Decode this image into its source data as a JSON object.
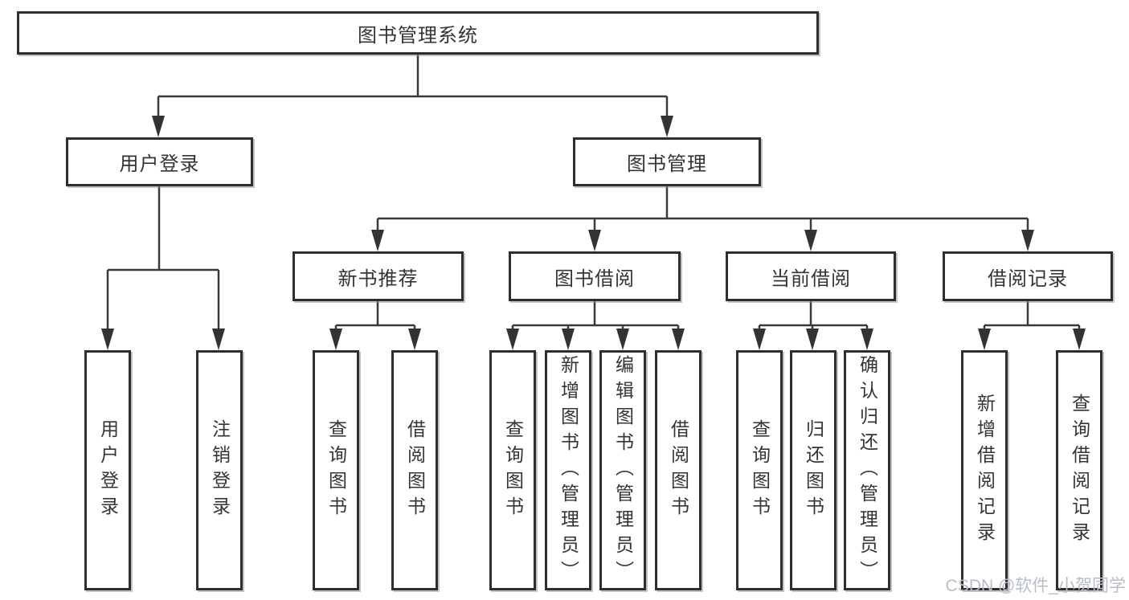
{
  "diagram": {
    "tree": {
      "label": "图书管理系统",
      "children": [
        {
          "label": "用户登录",
          "children": [
            {
              "label": "用户登录"
            },
            {
              "label": "注销登录"
            }
          ]
        },
        {
          "label": "图书管理",
          "children": [
            {
              "label": "新书推荐",
              "children": [
                {
                  "label": "查询图书"
                },
                {
                  "label": "借阅图书"
                }
              ]
            },
            {
              "label": "图书借阅",
              "children": [
                {
                  "label": "查询图书"
                },
                {
                  "label": "新增图书（管理员）"
                },
                {
                  "label": "编辑图书（管理员）"
                },
                {
                  "label": "借阅图书"
                }
              ]
            },
            {
              "label": "当前借阅",
              "children": [
                {
                  "label": "查询图书"
                },
                {
                  "label": "归还图书"
                },
                {
                  "label": "确认归还（管理员）"
                }
              ]
            },
            {
              "label": "借阅记录",
              "children": [
                {
                  "label": "新增借阅记录"
                },
                {
                  "label": "查询借阅记录"
                }
              ]
            }
          ]
        }
      ]
    },
    "colors": {
      "line": "#3a3a3a",
      "border": "#2e2e2e",
      "text": "#343434",
      "watermark": "#b9bec6"
    }
  },
  "watermark": {
    "text": "CSDN @软件_小贺同学"
  }
}
